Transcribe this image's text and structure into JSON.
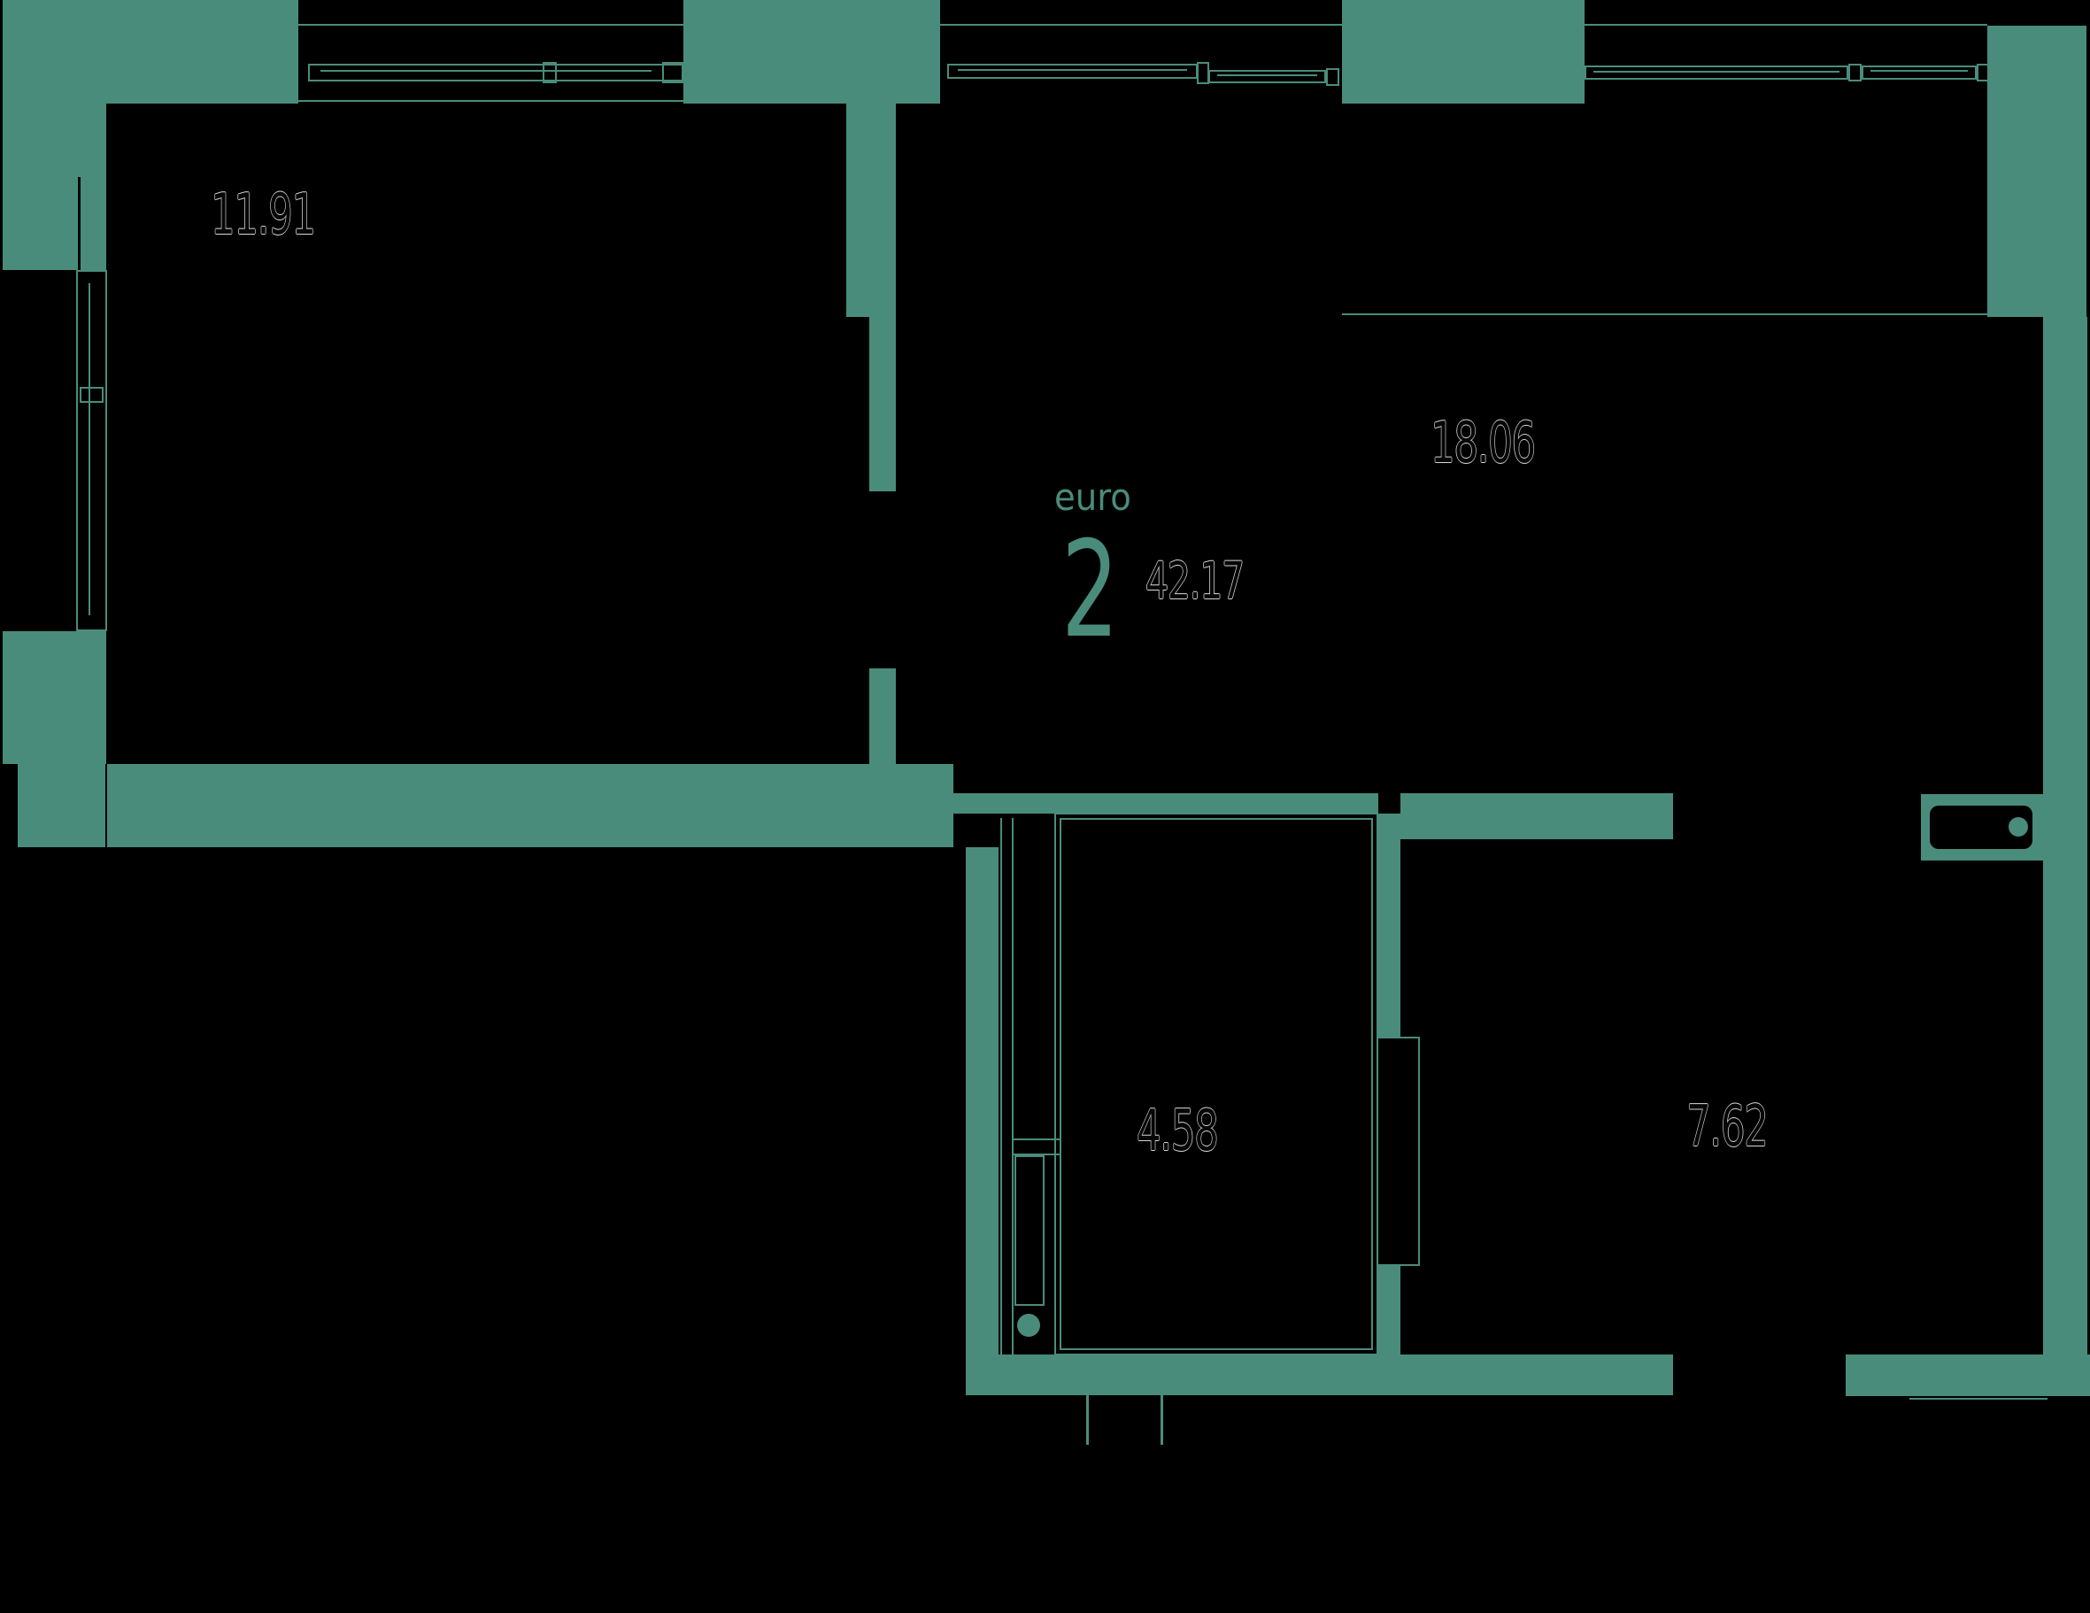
{
  "meta": {
    "image_kind": "apartment floor plan",
    "plan_title": "euro 2-room apartment, total area 42.17"
  },
  "colors": {
    "wall": "#4a8c7b",
    "background": "#000000",
    "label_fill": "#060606",
    "label_outline": "#d8d8d8"
  },
  "title": {
    "type_label": "euro",
    "rooms_count": "2",
    "total_area": "42.17"
  },
  "rooms": [
    {
      "name": "room-top-left",
      "area": "11.91"
    },
    {
      "name": "room-top-right",
      "area": "18.06"
    },
    {
      "name": "room-bottom-mid",
      "area": "4.58"
    },
    {
      "name": "room-bottom-right",
      "area": "7.62"
    }
  ],
  "icons": {
    "sewer_riser": "filled circle in duct box (bathroom)",
    "wall_fixture": "ventilation/sink unit on right wall"
  }
}
